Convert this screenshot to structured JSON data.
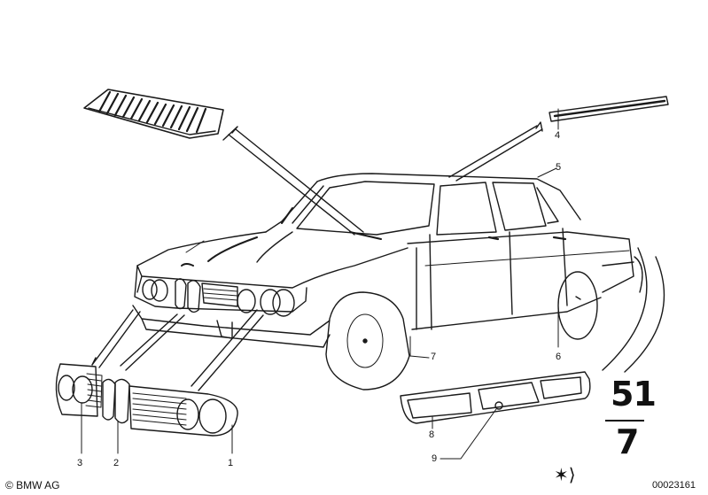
{
  "callouts": [
    {
      "id": "1",
      "text": "1"
    },
    {
      "id": "2",
      "text": "2"
    },
    {
      "id": "3",
      "text": "3"
    },
    {
      "id": "4",
      "text": "4"
    },
    {
      "id": "5",
      "text": "5"
    },
    {
      "id": "6",
      "text": "6"
    },
    {
      "id": "7",
      "text": "7"
    },
    {
      "id": "8",
      "text": "8"
    },
    {
      "id": "9",
      "text": "9"
    }
  ],
  "group_label": {
    "major": "51",
    "minor": "7"
  },
  "footer": {
    "copyright": "© BMW AG",
    "diagram_number": "00023161"
  },
  "marker_symbol": "✶⟩",
  "colors": {
    "line": "#1a1a1a",
    "background": "#ffffff"
  }
}
